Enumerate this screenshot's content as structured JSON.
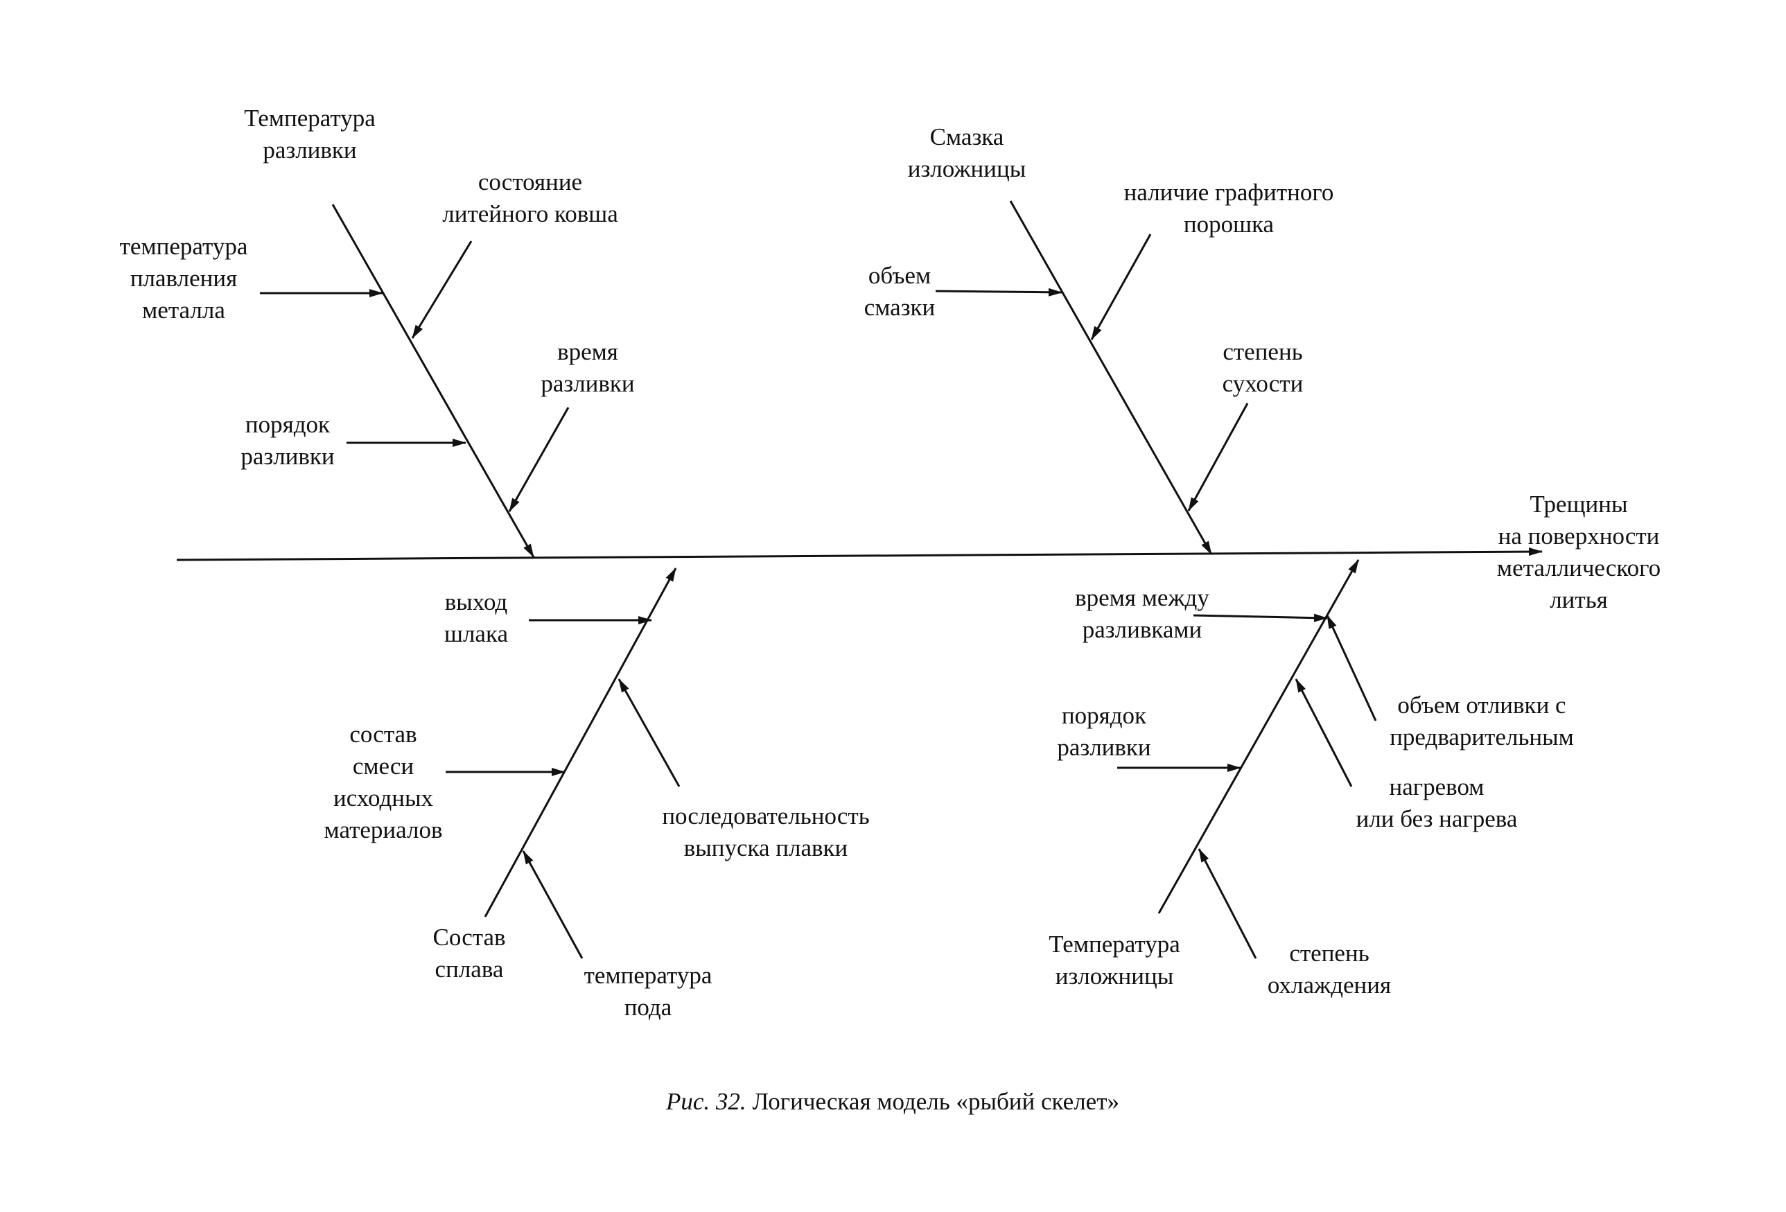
{
  "effect": [
    "Трещины",
    "на поверхности",
    "металлического",
    "литья"
  ],
  "bones": {
    "pouring_temperature": {
      "title": [
        "Температура",
        "разливки"
      ],
      "causes": {
        "ladle_state": [
          "состояние",
          "литейного ковша"
        ],
        "melting_temperature": [
          "температура",
          "плавления",
          "металла"
        ],
        "pouring_time": [
          "время",
          "разливки"
        ],
        "pouring_order": [
          "порядок",
          "разливки"
        ]
      }
    },
    "mold_lubrication": {
      "title": [
        "Смазка",
        "изложницы"
      ],
      "causes": {
        "graphite_powder": [
          "наличие графитного",
          "порошка"
        ],
        "lubricant_volume": [
          "объем",
          "смазки"
        ],
        "dryness_degree": [
          "степень",
          "сухости"
        ]
      }
    },
    "alloy_composition": {
      "title": [
        "Состав",
        "сплава"
      ],
      "causes": {
        "slag_output": [
          "выход",
          "шлака"
        ],
        "mixture_composition": [
          "состав",
          "смеси",
          "исходных",
          "материалов"
        ],
        "melt_release_sequence": [
          "последовательность",
          "выпуска плавки"
        ],
        "hearth_temperature": [
          "температура",
          "пода"
        ]
      }
    },
    "mold_temperature": {
      "title": [
        "Температура",
        "изложницы"
      ],
      "causes": {
        "time_between_pourings": [
          "время между",
          "разливками"
        ],
        "pouring_order": [
          "порядок",
          "разливки"
        ],
        "casting_volume": [
          "объем отливки с",
          "предварительным"
        ],
        "heating": [
          "нагревом",
          "или без нагрева"
        ],
        "cooling_degree": [
          "степень",
          "охлаждения"
        ]
      }
    }
  },
  "caption": {
    "figure_label": "Рис. 32.",
    "title": "Логическая модель «рыбий скелет»"
  }
}
